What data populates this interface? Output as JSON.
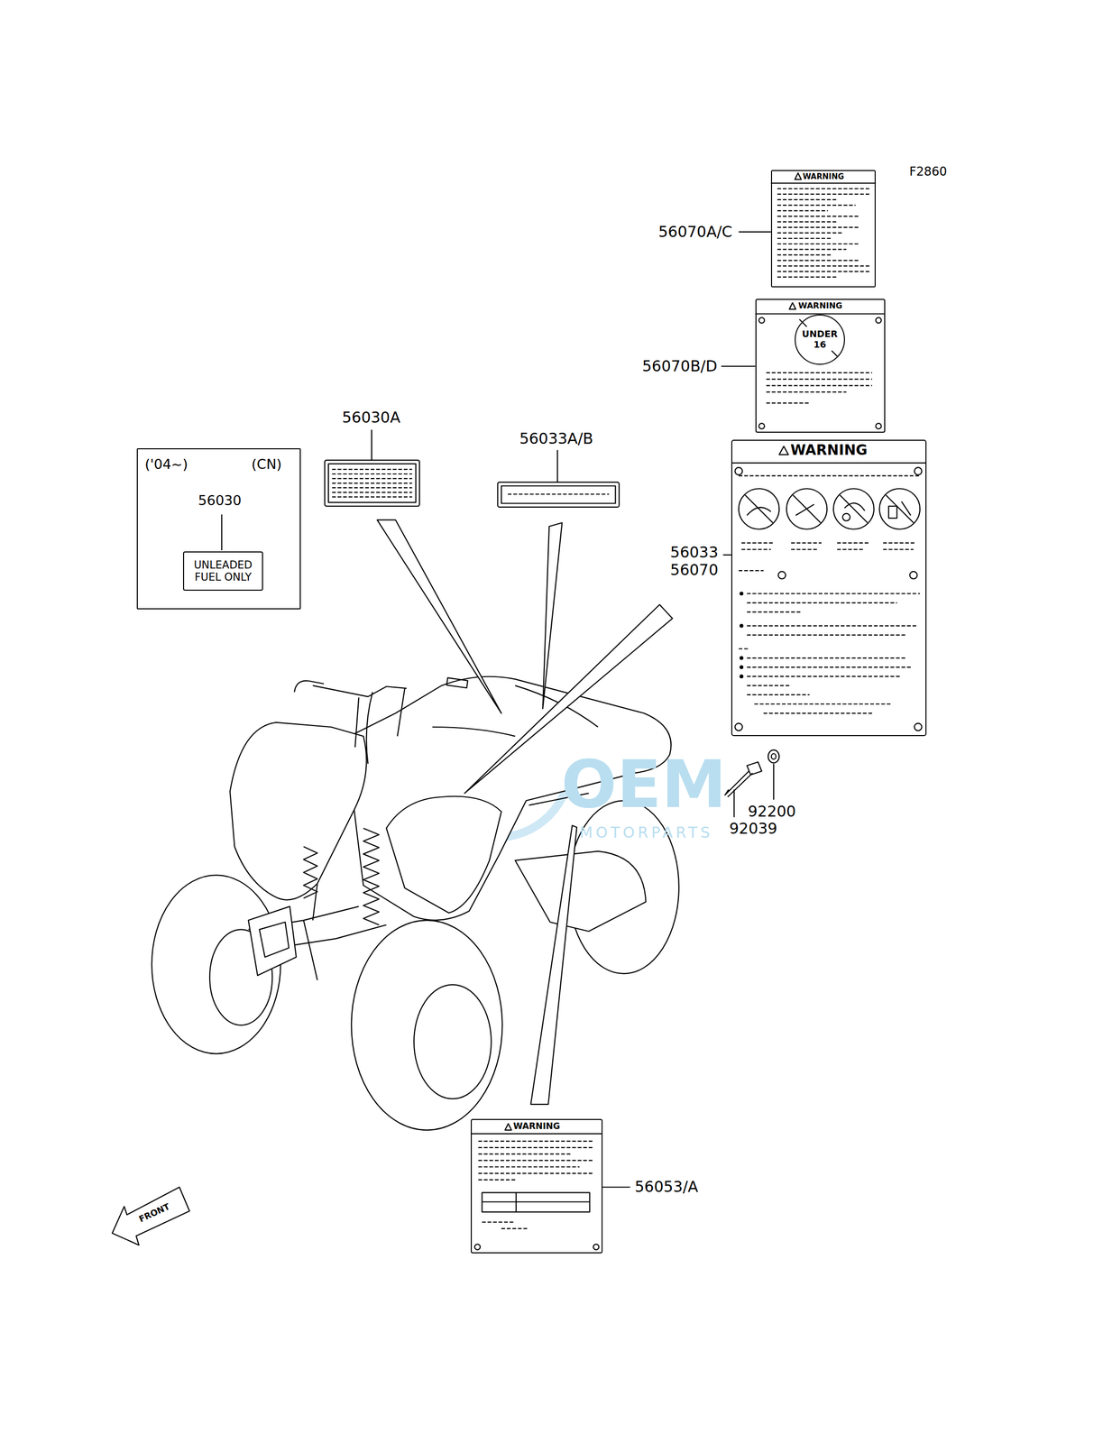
{
  "diagram": {
    "nodes": [
      {
        "text": [
          "('04~)",
          "(CN)",
          "56030"
        ]
      },
      {
        "text": [
          "UNLEADED FUEL ONLY"
        ],
        "in": 0
      },
      {
        "text": [
          "WARNING"
        ]
      },
      {
        "text": [
          "WARNING"
        ]
      },
      {
        "text": [
          "UNDER 16"
        ],
        "in": 3
      },
      {
        "text": [
          "WARNING"
        ]
      },
      {
        "text": [
          "WARNING"
        ]
      }
    ],
    "labels": [
      "F2860",
      "56070A/C",
      "56070B/D",
      "56030A",
      "56033A/B",
      "56033",
      "56070",
      "92200",
      "92039",
      "56053/A",
      "FRONT",
      "OEM",
      "MOTORPARTS"
    ]
  }
}
